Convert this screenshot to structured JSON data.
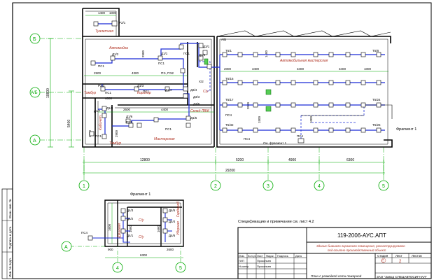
{
  "project_code": "119-2006-АУС.АПТ",
  "project_desc_1": "Здание бывшего гаражного помещения, реконструируемого",
  "project_desc_2": "под опытно-производственный объект",
  "stage_header": "Стадия",
  "sheet_header": "Лист",
  "sheets_header": "Листов",
  "stage_value": "С",
  "sheet_value": "2",
  "table_headers": [
    "Изм.",
    "Кол.уч",
    "Лист",
    "№док.",
    "Подпись",
    "Дата"
  ],
  "role_gip": "ГИП",
  "role_check": "Н.контр.",
  "person_1": "Прокопьев",
  "person_2": "Прокопьев",
  "drawing_name": "План с разводкой сети пожарной",
  "company": "ЗАО \"Завод СПЕЦАВТОСИГНАЛ\"",
  "left_stamp_1": "Инв. № подл.",
  "left_stamp_2": "Подпись и дата",
  "left_stamp_3": "Взам. инв. №",
  "spec_note": "Спецификацию и примечание см. лист 4.2",
  "fragment_ref": "Фрагмент 1",
  "fragment_title": "Фрагмент 1",
  "fragment_ref_small": "См. фрагмент 1",
  "room_labels": {
    "toilet": "Туалетная",
    "garage": "Автомойка",
    "corridor": "Коридор",
    "workshop": "Автомобильная мастерская",
    "tambour_1": "Тамбур",
    "tambour_2": "Тамбур",
    "cabinet": "Кабинет",
    "master": "Мастерская",
    "sklad": "Склад ЛВЖ",
    "su": "С/у",
    "su_2": "С/у",
    "su_3": "С/у",
    "dush": "Душевая",
    "ubor": "Уборная",
    "garderob": "Гардероб"
  },
  "axis_letters": [
    "Б",
    "А/Б",
    "А"
  ],
  "axis_numbers": [
    "1",
    "2",
    "3",
    "4",
    "5"
  ],
  "fragment_axis_numbers": [
    "4",
    "5"
  ],
  "fragment_axis_letter": "А",
  "dims_overall": {
    "d1": "12800",
    "d2": "5200",
    "d3": "4900",
    "d4": "6300",
    "total": "29200"
  },
  "dims_vertical": {
    "v1": "10800",
    "v2": "5400"
  },
  "dims_inner": [
    "2500",
    "4300",
    "2900",
    "4000",
    "2600",
    "4400",
    "2300",
    "2900",
    "3400",
    "3400",
    "3400",
    "2000",
    "1000",
    "1000",
    "2000",
    "1500",
    "1400",
    "1400",
    "6300",
    "2600",
    "1600",
    "1600",
    "1000"
  ],
  "fragment_dims": [
    "6300",
    "1600",
    "1600",
    "1600",
    "900",
    "2600"
  ],
  "devices_main": [
    "Р2/1",
    "Д1/2",
    "Д1/3",
    "Д1/4",
    "Д1/6",
    "Д1/5",
    "Д1/8",
    "Д1/7",
    "Р2/3",
    "Р2/2",
    "ПС1",
    "ПС1",
    "ПС1",
    "ПЭ, ПЭ2",
    "ПС4",
    "ПС1",
    "ПС1",
    "ПС1",
    "ПС1",
    "Д3/3",
    "Д3/1",
    "Д3/2",
    "Д1/1",
    "Д3/4",
    "Д3/5",
    "Х/2",
    "Т5/1",
    "Т5/8",
    "Т5/16",
    "Т5/17",
    "Т5/24",
    "Т5/25",
    "Т5/32",
    "ПС4",
    "ПС4",
    "А/Б"
  ],
  "devices_fragment": [
    "Д4/3",
    "Д4/2",
    "Д4/1",
    "Д4/5",
    "Д4/4",
    "Д4/6",
    "ПС4"
  ]
}
